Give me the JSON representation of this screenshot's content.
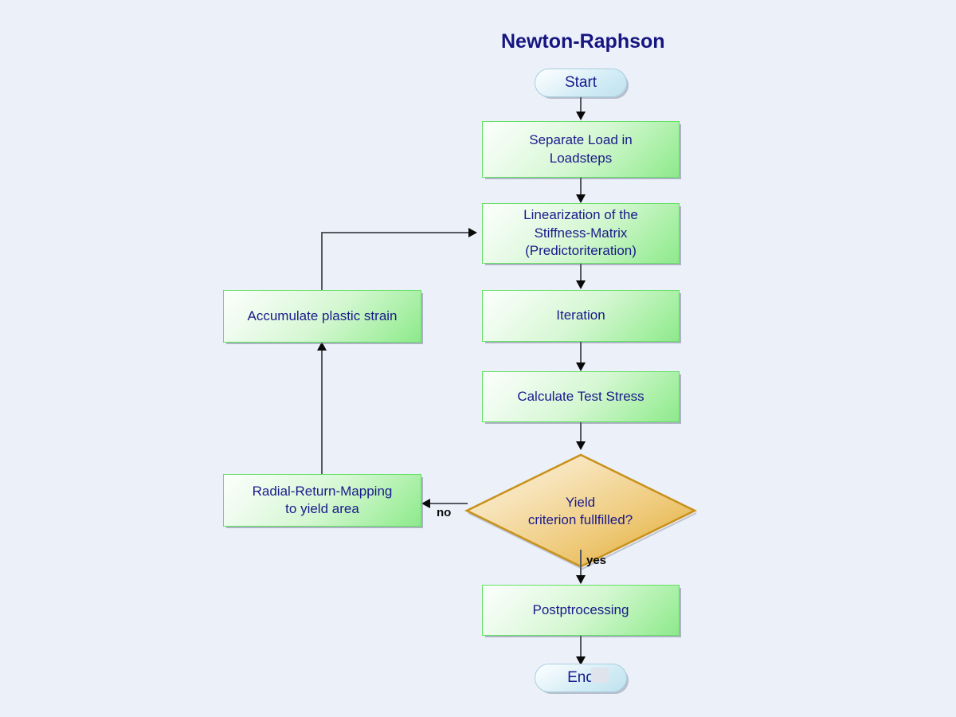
{
  "diagram": {
    "title": "Newton-Raphson",
    "background_color": "#ecf0f9",
    "text_color": "#1a1a8c",
    "title_color": "#151581",
    "process_fill": "#9fee9c",
    "process_border": "#63e063",
    "terminator_fill": "#d2ecf5",
    "terminator_border": "#a8cede",
    "decision_fill": "#e8b84b",
    "decision_border": "#c8921d",
    "connector_color": "#555a60"
  },
  "nodes": {
    "start": {
      "label": "Start",
      "shape": "terminator"
    },
    "separate_load": {
      "label": "Separate Load in\nLoadsteps",
      "shape": "process"
    },
    "linearization": {
      "label": "Linearization of the\nStiffness-Matrix\n(Predictoriteration)",
      "shape": "process"
    },
    "iteration": {
      "label": "Iteration",
      "shape": "process"
    },
    "calculate_test_stress": {
      "label": "Calculate Test Stress",
      "shape": "process"
    },
    "yield_criterion": {
      "label": "Yield\ncriterion fullfilled?",
      "shape": "decision"
    },
    "postprocessing": {
      "label": "Postptrocessing",
      "shape": "process"
    },
    "end": {
      "label": "End",
      "shape": "terminator"
    },
    "accumulate_plastic_strain": {
      "label": "Accumulate plastic strain",
      "shape": "process"
    },
    "radial_return_mapping": {
      "label": "Radial-Return-Mapping\nto yield area",
      "shape": "process"
    }
  },
  "edges": {
    "no_label": "no",
    "yes_label": "yes"
  }
}
